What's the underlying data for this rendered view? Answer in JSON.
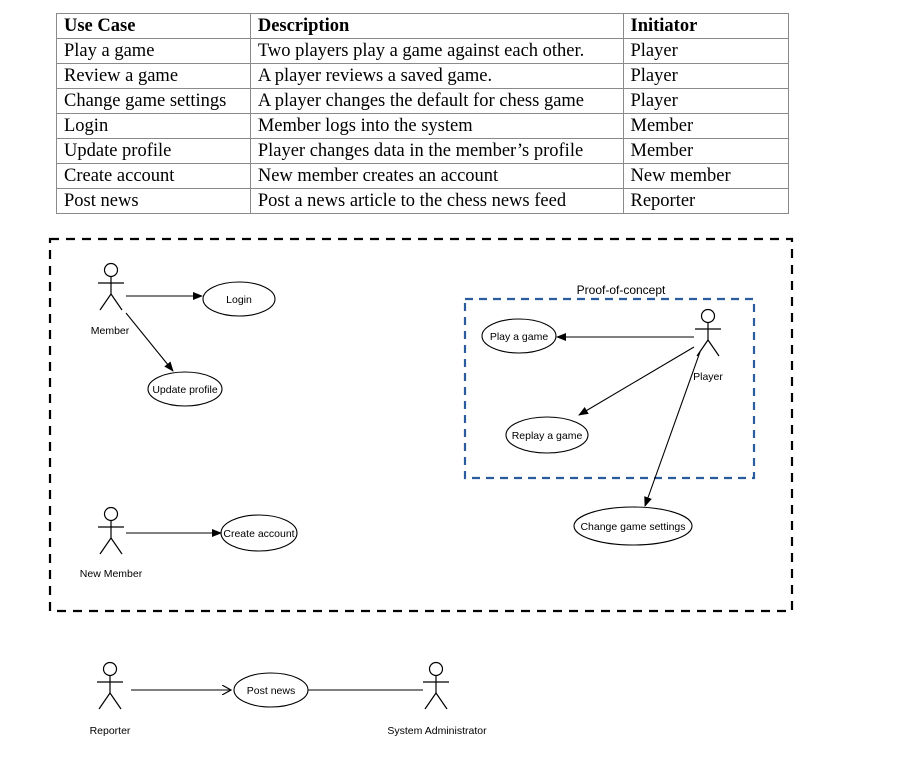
{
  "table": {
    "headers": [
      "Use Case",
      "Description",
      "Initiator"
    ],
    "rows": [
      [
        "Play a game",
        "Two players play a game against each other.",
        "Player"
      ],
      [
        "Review a game",
        "A player reviews a saved game.",
        "Player"
      ],
      [
        "Change game settings",
        "A player changes the default for chess game",
        "Player"
      ],
      [
        "Login",
        "Member logs into the system",
        "Member"
      ],
      [
        "Update profile",
        "Player changes data in the member’s profile",
        "Member"
      ],
      [
        "Create account",
        "New member creates an account",
        "New member"
      ],
      [
        "Post news",
        "Post a news article to the chess news feed",
        "Reporter"
      ]
    ]
  },
  "diagram": {
    "actors": {
      "member": "Member",
      "new_member": "New Member",
      "player": "Player",
      "reporter": "Reporter",
      "sysadmin": "System Administrator"
    },
    "use_cases": {
      "login": "Login",
      "update_profile": "Update profile",
      "create_account": "Create account",
      "play_game": "Play a game",
      "replay_game": "Replay a game",
      "change_settings": "Change game settings",
      "post_news": "Post news"
    },
    "boundary_label": "Proof-of-concept",
    "colors": {
      "outer_boundary": "#000000",
      "inner_boundary": "#2a5c9e"
    }
  }
}
